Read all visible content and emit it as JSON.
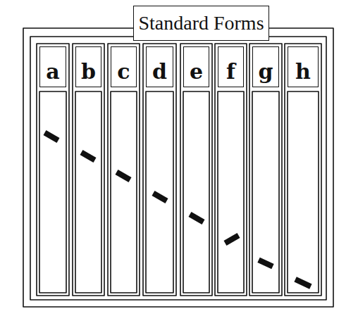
{
  "diagram": {
    "nodes": [
      {
        "text": [
          "Standard Forms"
        ]
      },
      {
        "text": [
          "a"
        ]
      },
      {
        "text": [
          "b"
        ]
      },
      {
        "text": [
          "c"
        ]
      },
      {
        "text": [
          "d"
        ]
      },
      {
        "text": [
          "e"
        ]
      },
      {
        "text": [
          "f"
        ]
      },
      {
        "text": [
          "g"
        ]
      },
      {
        "text": [
          "h"
        ]
      }
    ]
  }
}
